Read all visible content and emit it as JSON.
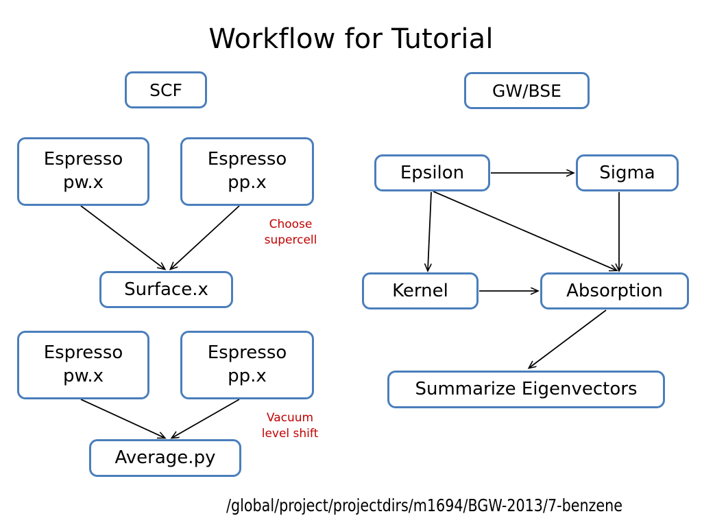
{
  "slide": {
    "title": "Workflow for Tutorial",
    "background_color": "#ffffff",
    "box_border_color": "#4a7ebb",
    "annotation_color": "#c00000",
    "arrow_color": "#000000",
    "footer_path": "/global/project/projectdirs/m1694/BGW-2013/7-benzene"
  },
  "sections": {
    "scf": {
      "header": "SCF"
    },
    "gwbse": {
      "header": "GW/BSE"
    }
  },
  "nodes": {
    "scf_header": "SCF",
    "gwbse_header": "GW/BSE",
    "espresso_pw_top": "Espresso\npw.x",
    "espresso_pp_top": "Espresso\npp.x",
    "surface": "Surface.x",
    "espresso_pw_bottom": "Espresso\npw.x",
    "espresso_pp_bottom": "Espresso\npp.x",
    "average": "Average.py",
    "epsilon": "Epsilon",
    "sigma": "Sigma",
    "kernel": "Kernel",
    "absorption": "Absorption",
    "summarize": "Summarize Eigenvectors"
  },
  "annotations": {
    "choose_supercell": "Choose\nsupercell",
    "vacuum_level_shift": "Vacuum\nlevel shift"
  },
  "edges": [
    {
      "from": "Espresso pw.x",
      "to": "Surface.x"
    },
    {
      "from": "Espresso pp.x",
      "to": "Surface.x"
    },
    {
      "from": "Espresso pw.x",
      "to": "Average.py"
    },
    {
      "from": "Espresso pp.x",
      "to": "Average.py"
    },
    {
      "from": "Epsilon",
      "to": "Sigma"
    },
    {
      "from": "Epsilon",
      "to": "Kernel"
    },
    {
      "from": "Epsilon",
      "to": "Absorption"
    },
    {
      "from": "Sigma",
      "to": "Absorption"
    },
    {
      "from": "Kernel",
      "to": "Absorption"
    },
    {
      "from": "Absorption",
      "to": "Summarize Eigenvectors"
    }
  ]
}
